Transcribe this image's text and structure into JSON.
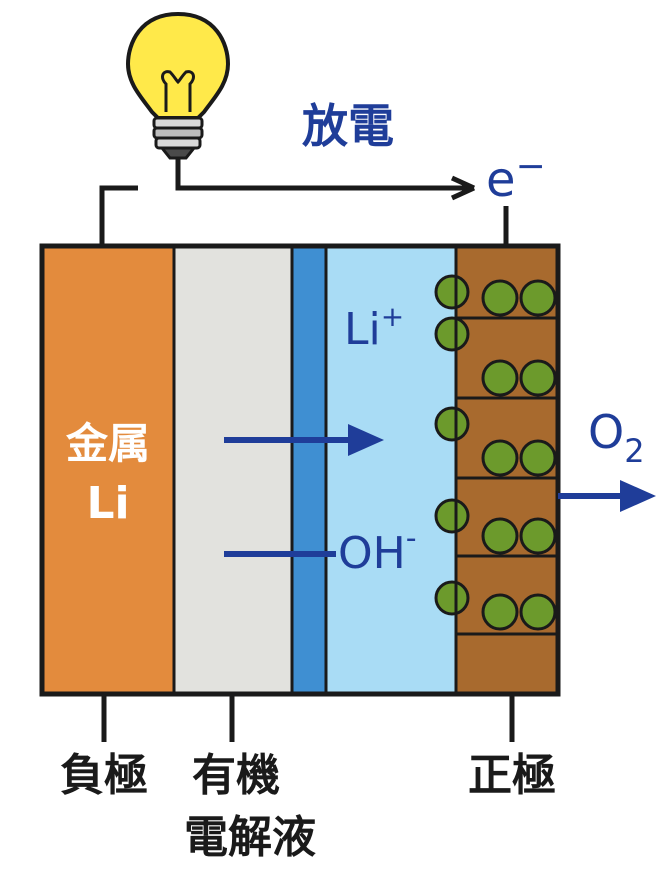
{
  "title": "放電",
  "electron": {
    "symbol": "e",
    "charge": "−"
  },
  "anode": {
    "line1": "金属",
    "line2": "Li"
  },
  "ions": {
    "li": {
      "symbol": "Li",
      "charge": "+"
    },
    "oh": {
      "symbol": "OH",
      "charge": "-"
    }
  },
  "oxygen": {
    "symbol": "O",
    "subscript": "2"
  },
  "bottom_labels": {
    "negative": "負極",
    "electrolyte_line1": "有機",
    "electrolyte_line2": "電解液",
    "positive": "正極"
  },
  "colors": {
    "metal_li": "#e38b3d",
    "organic_electrolyte": "#e2e2de",
    "separator": "#3f8fd2",
    "aqueous_electrolyte": "#a9dcf5",
    "cathode": "#a86a2e",
    "catalyst": "#6c9a2c",
    "arrow": "#1f3d99",
    "bulb": "#ffe94a"
  },
  "icons": [
    "light-bulb-icon"
  ]
}
